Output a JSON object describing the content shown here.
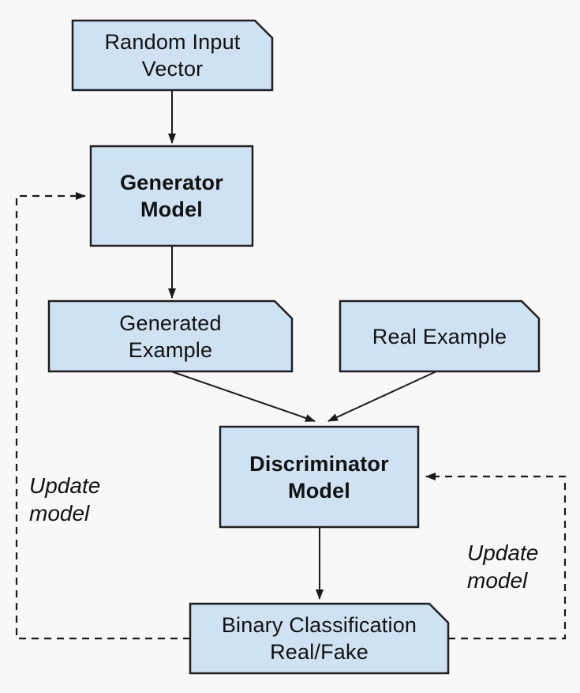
{
  "diagram": {
    "type": "flowchart",
    "subject": "GAN architecture",
    "colors": {
      "background": "#f8f8f8",
      "node_fill": "#cfe2f3",
      "node_border": "#1f1f1f",
      "line": "#1a1a1a",
      "text": "#111111"
    },
    "nodes": {
      "random_input": {
        "line1": "Random Input",
        "line2": "Vector",
        "shape": "note",
        "style": "regular"
      },
      "generator": {
        "line1": "Generator",
        "line2": "Model",
        "shape": "rect",
        "style": "bold"
      },
      "generated_example": {
        "line1": "Generated",
        "line2": "Example",
        "shape": "note",
        "style": "regular"
      },
      "real_example": {
        "line1": "Real Example",
        "line2": "",
        "shape": "note",
        "style": "regular"
      },
      "discriminator": {
        "line1": "Discriminator",
        "line2": "Model",
        "shape": "rect",
        "style": "bold"
      },
      "binary_classification": {
        "line1": "Binary Classification",
        "line2": "Real/Fake",
        "shape": "note",
        "style": "regular"
      }
    },
    "edge_labels": {
      "update_left": {
        "line1": "Update",
        "line2": "model"
      },
      "update_right": {
        "line1": "Update",
        "line2": "model"
      }
    },
    "edges": [
      {
        "from": "random_input",
        "to": "generator",
        "style": "solid-arrow"
      },
      {
        "from": "generator",
        "to": "generated_example",
        "style": "solid-arrow"
      },
      {
        "from": "generated_example",
        "to": "discriminator",
        "style": "solid-arrow"
      },
      {
        "from": "real_example",
        "to": "discriminator",
        "style": "solid-arrow"
      },
      {
        "from": "discriminator",
        "to": "binary_classification",
        "style": "solid-arrow"
      },
      {
        "from": "binary_classification",
        "to": "generator",
        "style": "dashed-arrow",
        "label": "Update model"
      },
      {
        "from": "binary_classification",
        "to": "discriminator",
        "style": "dashed-arrow",
        "label": "Update model"
      }
    ]
  }
}
